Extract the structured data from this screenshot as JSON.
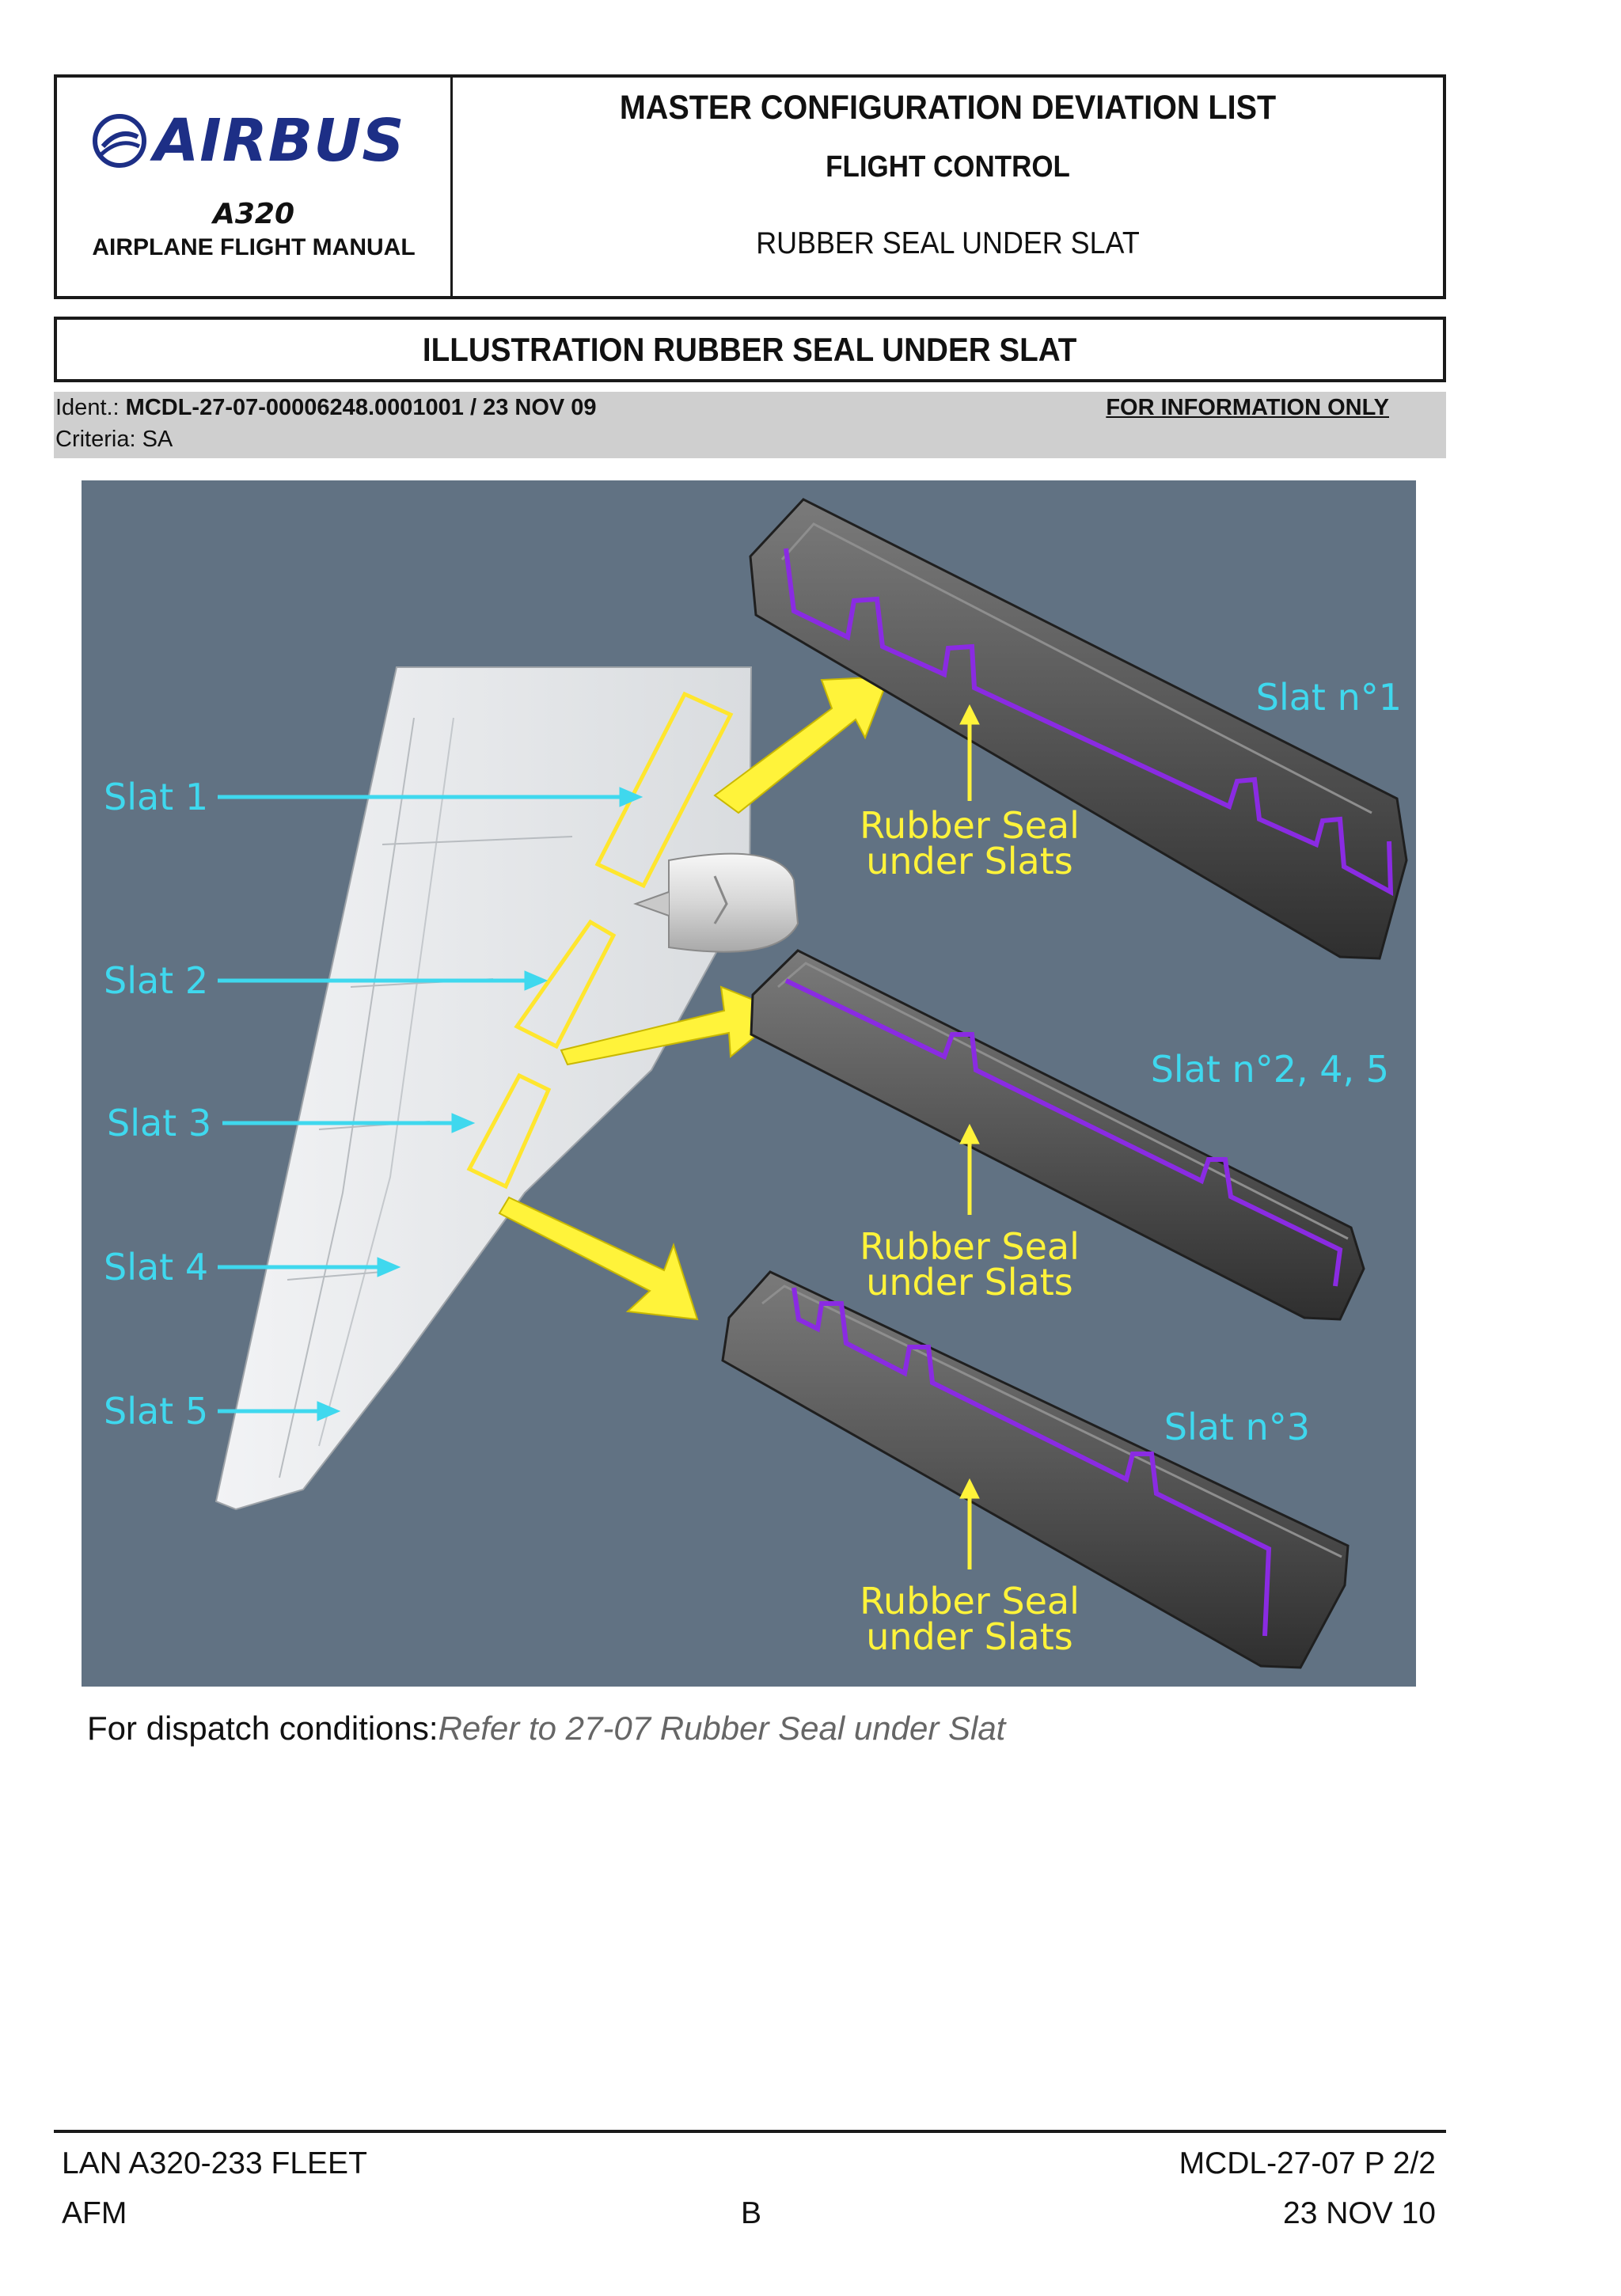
{
  "header": {
    "brand": "AIRBUS",
    "model": "A320",
    "manual": "AIRPLANE FLIGHT MANUAL",
    "title": "MASTER CONFIGURATION DEVIATION LIST",
    "subtitle": "FLIGHT CONTROL",
    "topic": "RUBBER SEAL UNDER SLAT"
  },
  "illustration_title": "ILLUSTRATION RUBBER SEAL UNDER SLAT",
  "ident": {
    "label": "Ident.: ",
    "value": "MCDL-27-07-00006248.0001001 / 23 NOV 09",
    "status": "FOR INFORMATION ONLY",
    "criteria": "Criteria: SA"
  },
  "figure": {
    "slat_labels": [
      "Slat 1",
      "Slat 2",
      "Slat 3",
      "Slat 4",
      "Slat 5"
    ],
    "panel_titles": [
      "Slat n°1",
      "Slat n°2, 4, 5",
      "Slat n°3"
    ],
    "seal_label_line1": "Rubber Seal",
    "seal_label_line2": "under Slats",
    "colors": {
      "background": "#617283",
      "label": "#3fd8ee",
      "callout": "#fff33a",
      "seal": "#8a2be2",
      "slat_body": "#5b5b5b"
    }
  },
  "dispatch": {
    "label": "For dispatch conditions:",
    "reference": "Refer to 27-07 Rubber Seal under Slat"
  },
  "footer": {
    "fleet": "LAN A320-233 FLEET",
    "page": "MCDL-27-07 P 2/2",
    "doc": "AFM",
    "rev": "B",
    "date": "23 NOV 10"
  }
}
